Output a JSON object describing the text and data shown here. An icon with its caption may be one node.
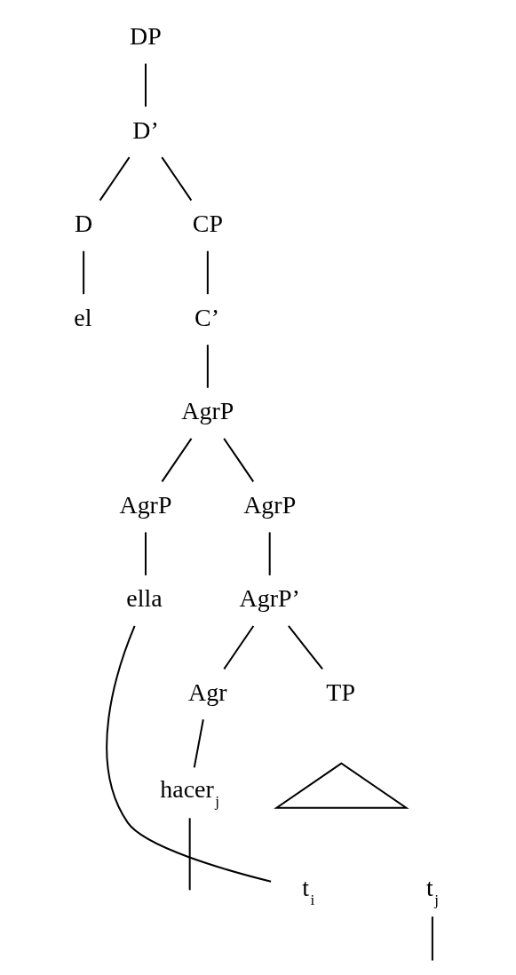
{
  "diagram": {
    "nodes": [
      {
        "text": [
          "DP"
        ]
      },
      {
        "text": [
          "D’"
        ]
      },
      {
        "text": [
          "D"
        ]
      },
      {
        "text": [
          "CP"
        ]
      },
      {
        "text": [
          "el"
        ]
      },
      {
        "text": [
          "C’"
        ]
      },
      {
        "text": [
          "AgrP"
        ]
      },
      {
        "text": [
          "AgrP"
        ]
      },
      {
        "text": [
          "AgrP"
        ]
      },
      {
        "text": [
          "ella"
        ]
      },
      {
        "text": [
          "AgrP’"
        ]
      },
      {
        "text": [
          "Agr"
        ]
      },
      {
        "text": [
          "TP"
        ]
      },
      {
        "text": [],
        "shape": "triangle"
      },
      {
        "text": [
          "hacer$_{j}$"
        ]
      },
      {
        "text": [
          "t$_{i}$"
        ]
      },
      {
        "text": [
          "t$_{j}$"
        ]
      }
    ],
    "edges": [
      {
        "from": 0,
        "to": 1,
        "arrow": "none"
      },
      {
        "from": 1,
        "to": 2,
        "arrow": "none"
      },
      {
        "from": 1,
        "to": 3,
        "arrow": "none"
      },
      {
        "from": 2,
        "to": 4,
        "arrow": "none"
      },
      {
        "from": 3,
        "to": 5,
        "arrow": "none"
      },
      {
        "from": 5,
        "to": 6,
        "arrow": "none"
      },
      {
        "from": 6,
        "to": 7,
        "arrow": "none"
      },
      {
        "from": 6,
        "to": 8,
        "arrow": "none"
      },
      {
        "from": 7,
        "to": 9,
        "arrow": "none"
      },
      {
        "from": 8,
        "to": 10,
        "arrow": "none"
      },
      {
        "from": 10,
        "to": 11,
        "arrow": "none"
      },
      {
        "from": 10,
        "to": 12,
        "arrow": "none"
      },
      {
        "from": 11,
        "to": 14,
        "arrow": "none"
      },
      {
        "from": 9,
        "to": 15,
        "arrow": "none"
      },
      {
        "from": 14,
        "to": null,
        "arrow": "none"
      },
      {
        "from": 16,
        "to": null,
        "arrow": "none"
      }
    ]
  }
}
